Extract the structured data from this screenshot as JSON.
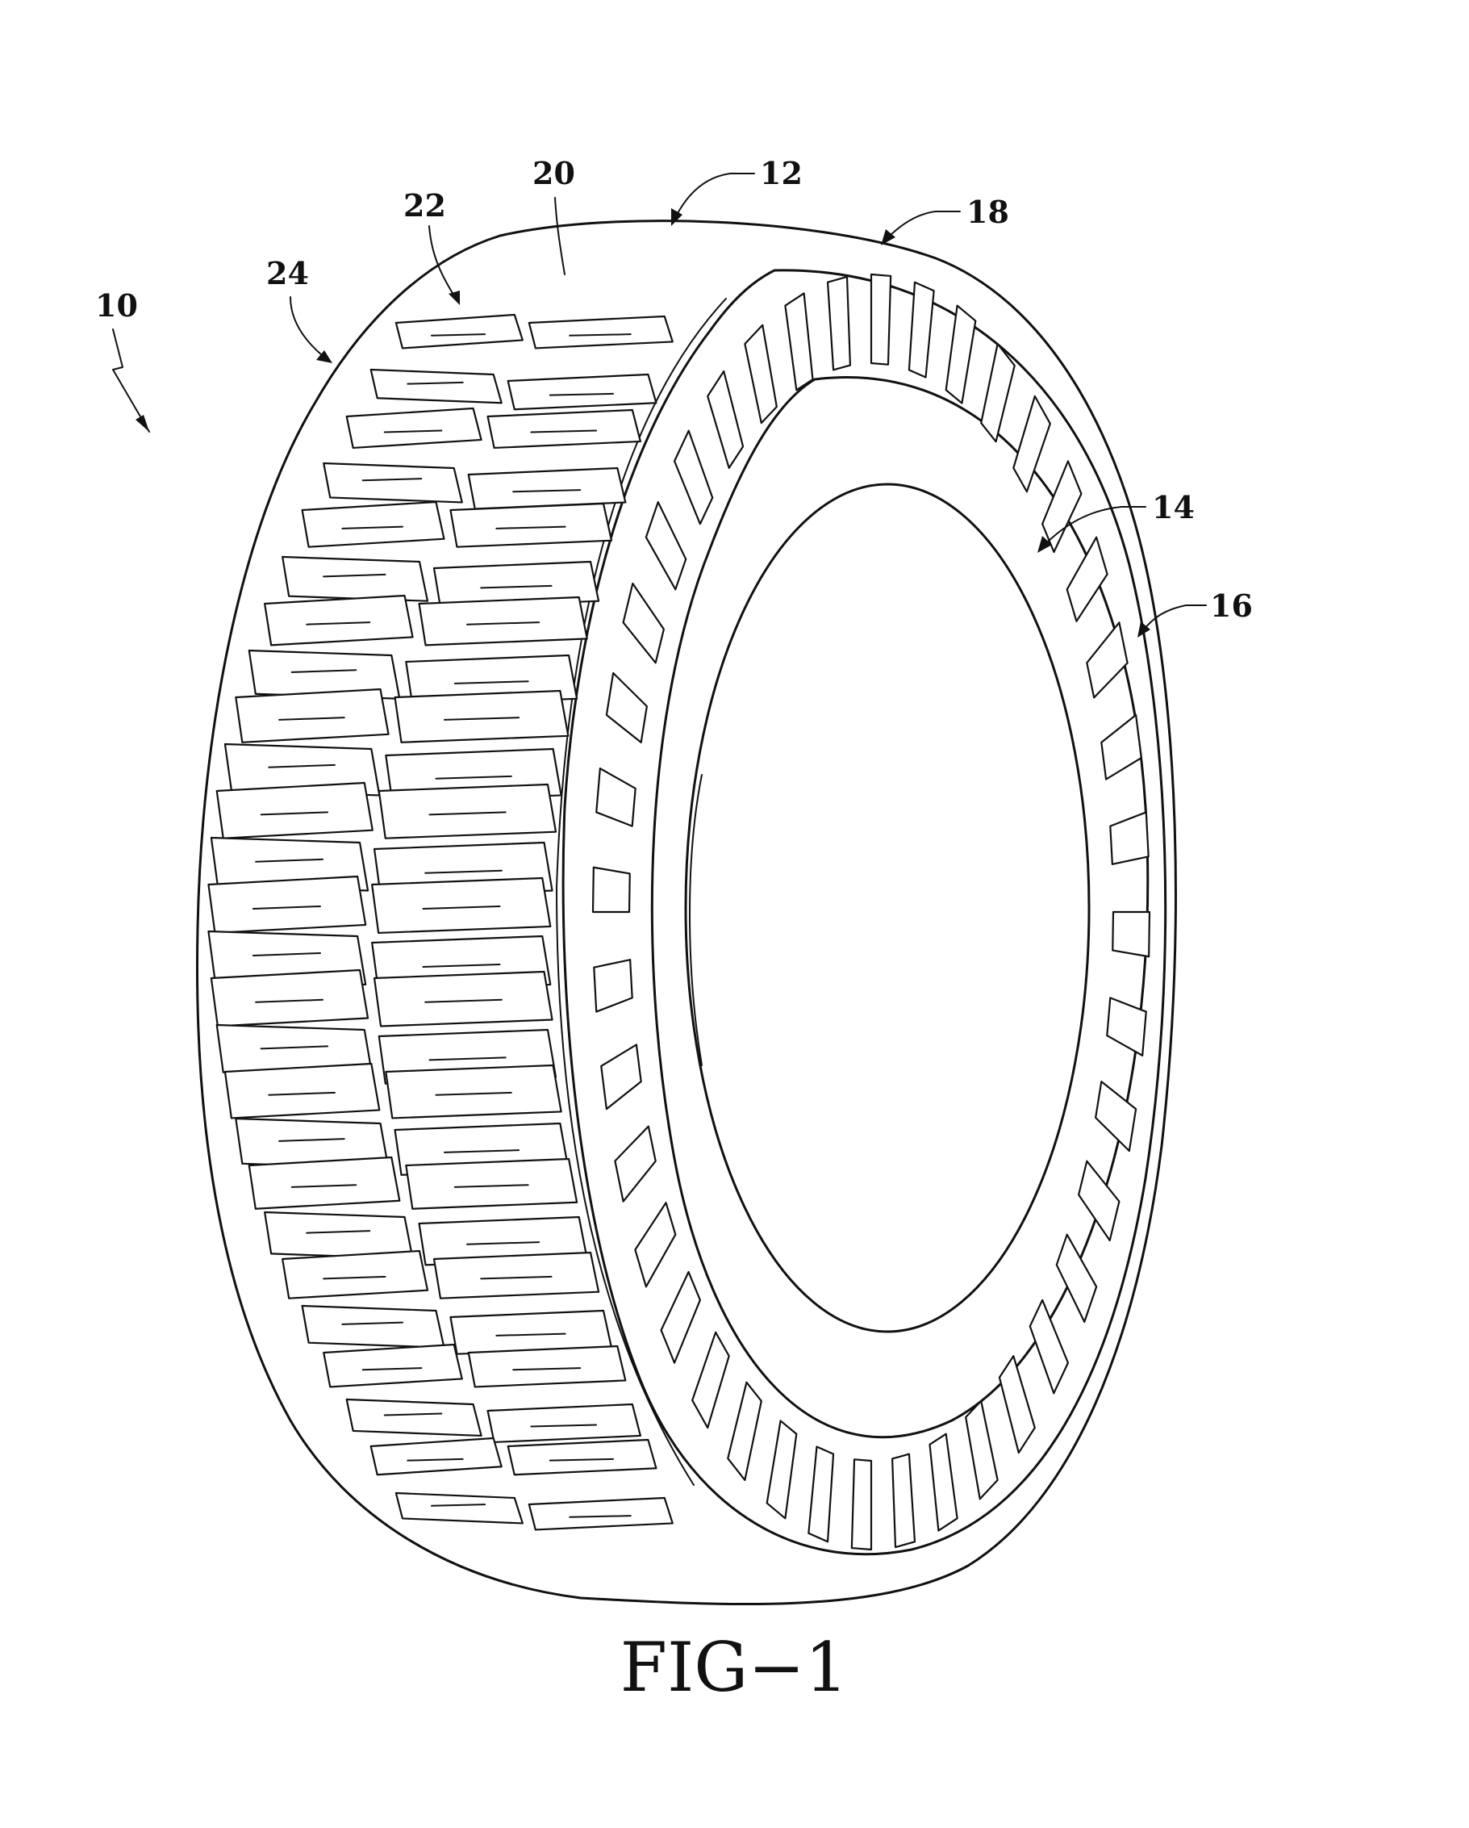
{
  "figure": {
    "caption": "FIG−1",
    "reference_numerals": [
      {
        "id": "ref-10",
        "label": "10"
      },
      {
        "id": "ref-12",
        "label": "12"
      },
      {
        "id": "ref-14",
        "label": "14"
      },
      {
        "id": "ref-16",
        "label": "16"
      },
      {
        "id": "ref-18",
        "label": "18"
      },
      {
        "id": "ref-20",
        "label": "20"
      },
      {
        "id": "ref-22",
        "label": "22"
      },
      {
        "id": "ref-24",
        "label": "24"
      }
    ]
  },
  "colors": {
    "line": "#111111",
    "background": "#ffffff"
  }
}
